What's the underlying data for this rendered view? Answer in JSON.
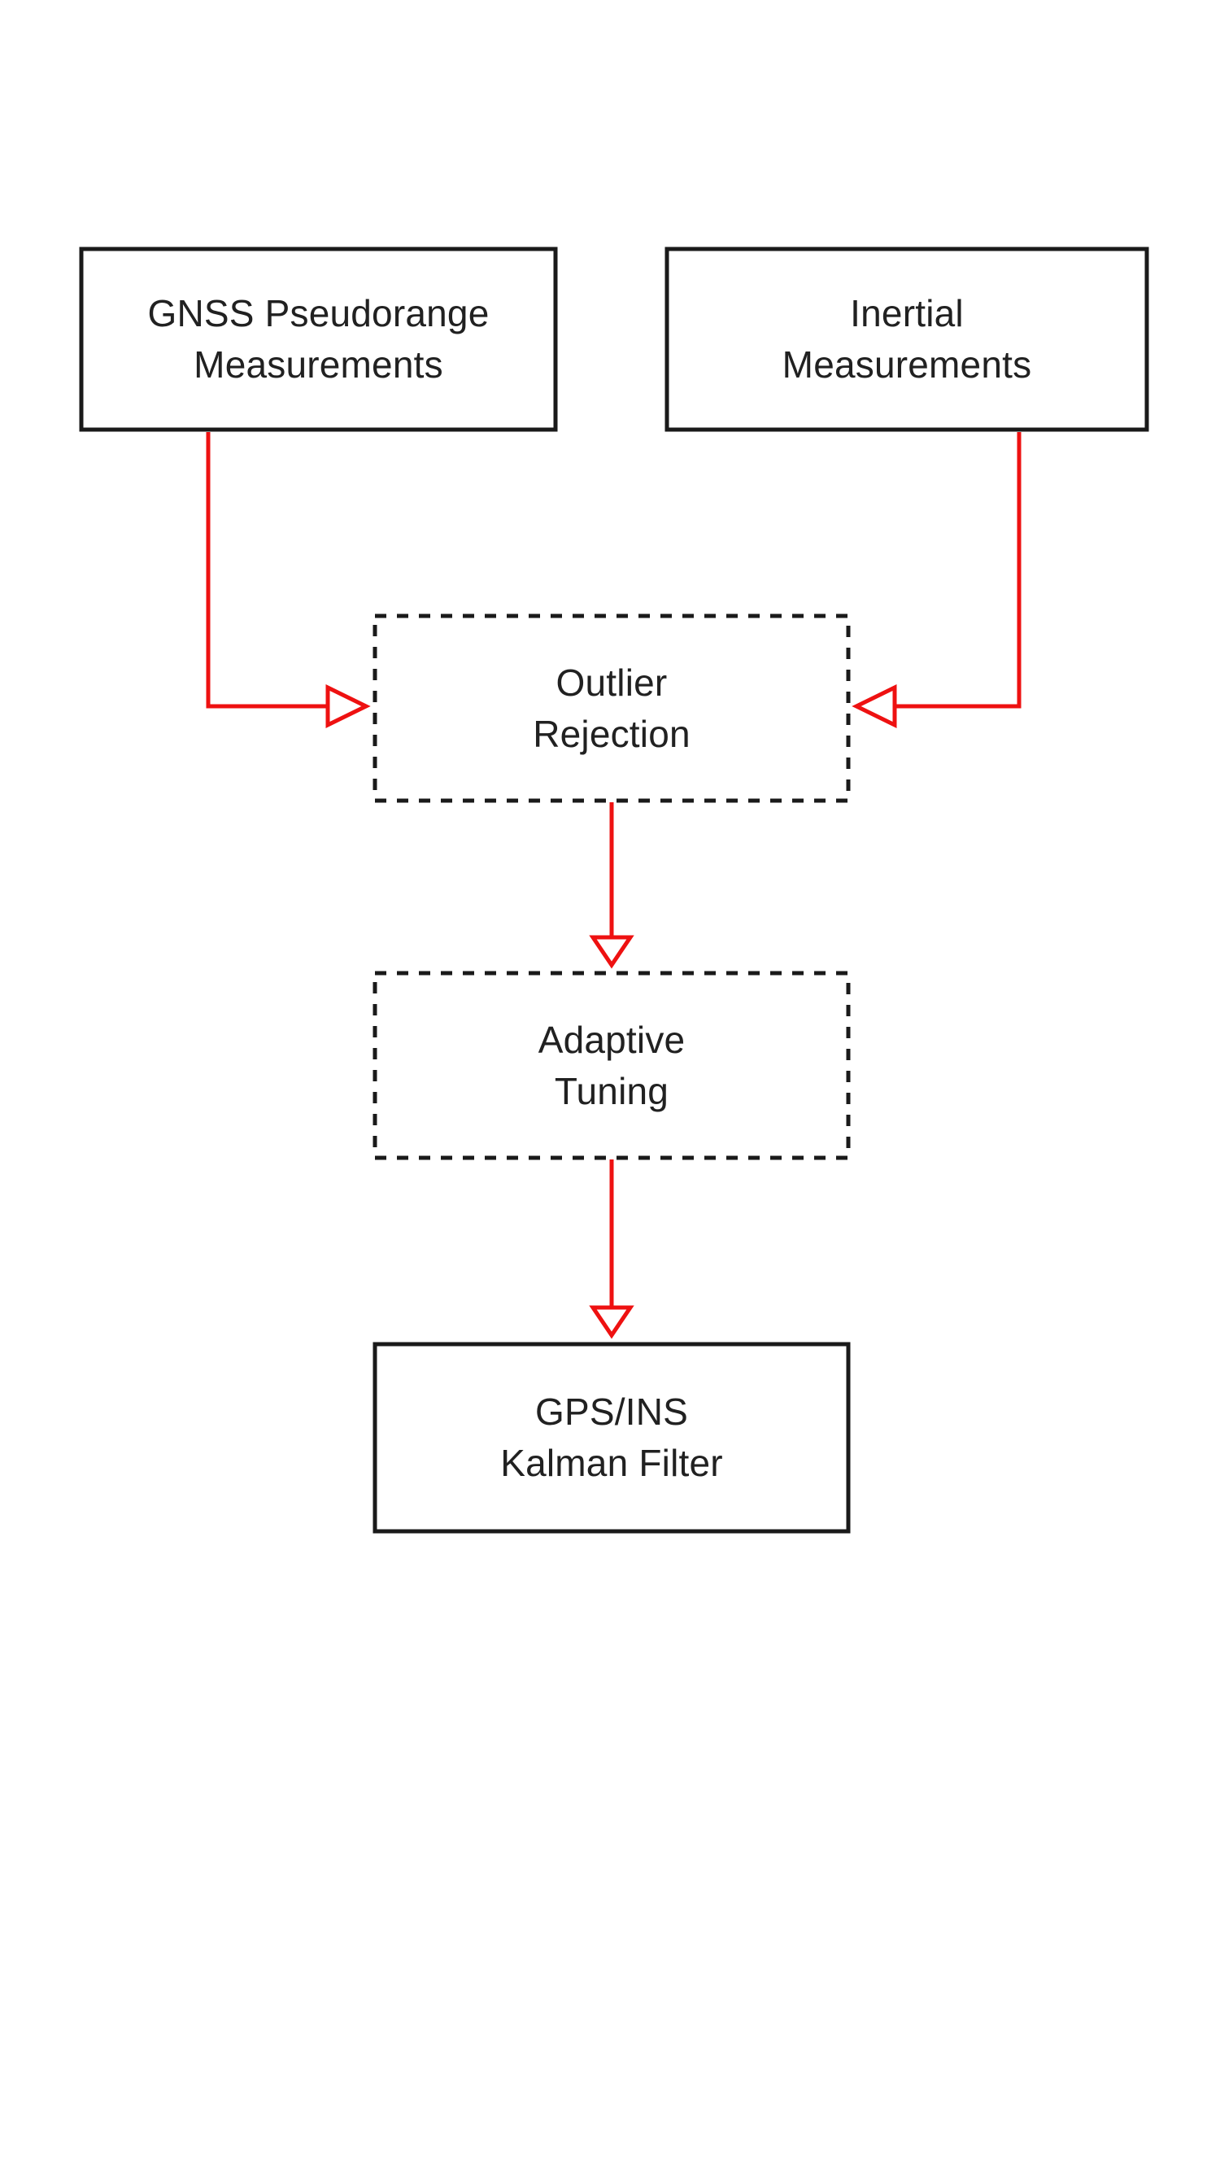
{
  "background": "#ffffff",
  "colors": {
    "box_border": "#1a1a1a",
    "text": "#212121",
    "arrow": "#ee1111"
  },
  "nodes": [
    {
      "id": "gnss-pseudorange",
      "lines": [
        "GNSS Pseudorange",
        "Measurements"
      ],
      "border": "solid"
    },
    {
      "id": "inertial",
      "lines": [
        "Inertial",
        "Measurements"
      ],
      "border": "solid"
    },
    {
      "id": "outlier-rejection",
      "lines": [
        "Outlier",
        "Rejection"
      ],
      "border": "dashed"
    },
    {
      "id": "adaptive-tuning",
      "lines": [
        "Adaptive",
        "Tuning"
      ],
      "border": "dashed"
    },
    {
      "id": "kalman-filter",
      "lines": [
        "GPS/INS",
        "Kalman Filter"
      ],
      "border": "solid"
    }
  ],
  "edges": [
    {
      "from": "gnss-pseudorange",
      "to": "outlier-rejection"
    },
    {
      "from": "inertial",
      "to": "outlier-rejection"
    },
    {
      "from": "outlier-rejection",
      "to": "adaptive-tuning"
    },
    {
      "from": "adaptive-tuning",
      "to": "kalman-filter"
    }
  ]
}
